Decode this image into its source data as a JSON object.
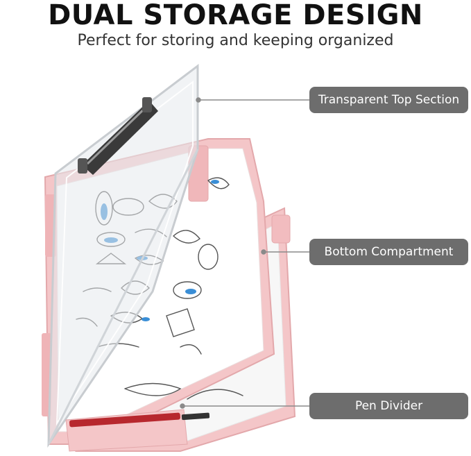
{
  "header": {
    "title": "DUAL STORAGE DESIGN",
    "subtitle": "Perfect for storing and keeping organized"
  },
  "callouts": {
    "top": "Transparent Top Section",
    "bottom": "Bottom Compartment",
    "pen": "Pen Divider"
  },
  "colors": {
    "pink_case": "#f4c6c8",
    "pink_dark": "#e8a9ac",
    "callout_bg": "#6d6d6d",
    "leader_line": "#8a8a8a"
  }
}
